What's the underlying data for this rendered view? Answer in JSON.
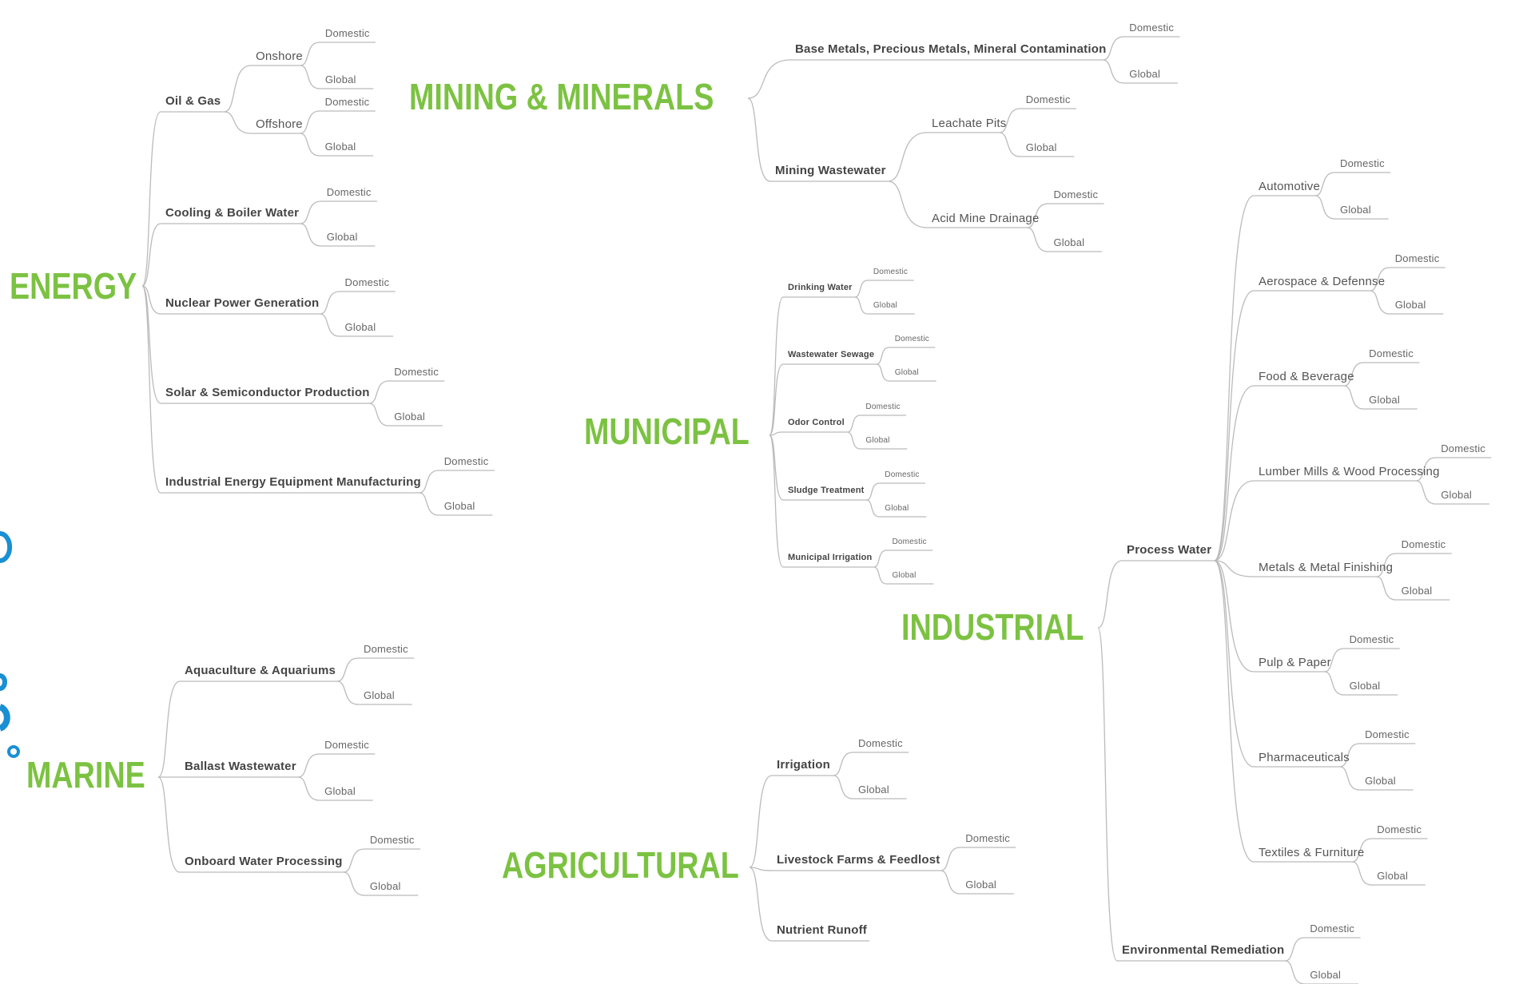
{
  "accent_color": "#7cc242",
  "line_color": "#bbbbbb",
  "logo_color": "#1a8fd3",
  "mindmap": {
    "energy": {
      "label": "ENERGY",
      "children": {
        "oil_gas": {
          "label": "Oil & Gas",
          "onshore": {
            "label": "Onshore",
            "domestic": "Domestic",
            "global": "Global"
          },
          "offshore": {
            "label": "Offshore",
            "domestic": "Domestic",
            "global": "Global"
          }
        },
        "cooling": {
          "label": "Cooling & Boiler Water",
          "domestic": "Domestic",
          "global": "Global"
        },
        "nuclear": {
          "label": "Nuclear Power Generation",
          "domestic": "Domestic",
          "global": "Global"
        },
        "solar": {
          "label": "Solar & Semiconductor Production",
          "domestic": "Domestic",
          "global": "Global"
        },
        "equipment": {
          "label": "Industrial Energy Equipment Manufacturing",
          "domestic": "Domestic",
          "global": "Global"
        }
      }
    },
    "mining": {
      "label": "MINING & MINERALS",
      "children": {
        "base_metals": {
          "label": "Base Metals, Precious Metals, Mineral Contamination",
          "domestic": "Domestic",
          "global": "Global"
        },
        "wastewater": {
          "label": "Mining Wastewater",
          "leachate": {
            "label": "Leachate Pits",
            "domestic": "Domestic",
            "global": "Global"
          },
          "acid": {
            "label": "Acid Mine Drainage",
            "domestic": "Domestic",
            "global": "Global"
          }
        }
      }
    },
    "municipal": {
      "label": "MUNICIPAL",
      "children": {
        "drinking": {
          "label": "Drinking Water",
          "domestic": "Domestic",
          "global": "Global"
        },
        "sewage": {
          "label": "Wastewater Sewage",
          "domestic": "Domestic",
          "global": "Global"
        },
        "odor": {
          "label": "Odor Control",
          "domestic": "Domestic",
          "global": "Global"
        },
        "sludge": {
          "label": "Sludge Treatment",
          "domestic": "Domestic",
          "global": "Global"
        },
        "irrigation": {
          "label": "Municipal Irrigation",
          "domestic": "Domestic",
          "global": "Global"
        }
      }
    },
    "industrial": {
      "label": "INDUSTRIAL",
      "children": {
        "process": {
          "label": "Process Water",
          "automotive": {
            "label": "Automotive",
            "domestic": "Domestic",
            "global": "Global"
          },
          "aerospace": {
            "label": "Aerospace & Defennse",
            "domestic": "Domestic",
            "global": "Global"
          },
          "food": {
            "label": "Food & Beverage",
            "domestic": "Domestic",
            "global": "Global"
          },
          "lumber": {
            "label": "Lumber Mills & Wood Processing",
            "domestic": "Domestic",
            "global": "Global"
          },
          "metals": {
            "label": "Metals & Metal Finishing",
            "domestic": "Domestic",
            "global": "Global"
          },
          "pulp": {
            "label": "Pulp & Paper",
            "domestic": "Domestic",
            "global": "Global"
          },
          "pharma": {
            "label": "Pharmaceuticals",
            "domestic": "Domestic",
            "global": "Global"
          },
          "textiles": {
            "label": "Textiles & Furniture",
            "domestic": "Domestic",
            "global": "Global"
          }
        },
        "remediation": {
          "label": "Environmental Remediation",
          "domestic": "Domestic",
          "global": "Global"
        }
      }
    },
    "marine": {
      "label": "MARINE",
      "children": {
        "aquaculture": {
          "label": "Aquaculture & Aquariums",
          "domestic": "Domestic",
          "global": "Global"
        },
        "ballast": {
          "label": "Ballast Wastewater",
          "domestic": "Domestic",
          "global": "Global"
        },
        "onboard": {
          "label": "Onboard Water Processing",
          "domestic": "Domestic",
          "global": "Global"
        }
      }
    },
    "agricultural": {
      "label": "AGRICULTURAL",
      "children": {
        "irrigation": {
          "label": "Irrigation",
          "domestic": "Domestic",
          "global": "Global"
        },
        "livestock": {
          "label": "Livestock Farms & Feedlost",
          "domestic": "Domestic",
          "global": "Global"
        },
        "runoff": {
          "label": "Nutrient Runoff"
        }
      }
    }
  }
}
